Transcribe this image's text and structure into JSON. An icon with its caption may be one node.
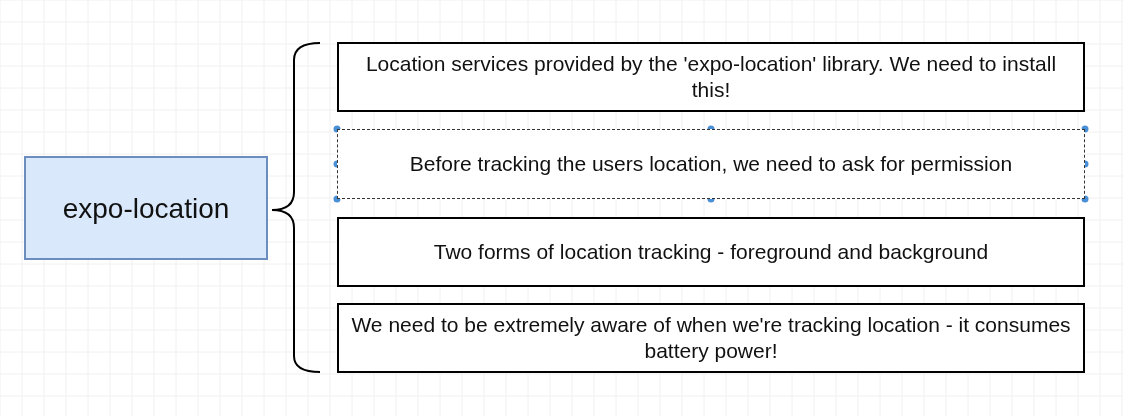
{
  "diagram": {
    "nodes": [
      {
        "text": [
          "expo-location"
        ]
      },
      {
        "text": [
          "Location services provided by the 'expo-location' library.  We need to install this!"
        ]
      },
      {
        "text": [
          "Before tracking the users location, we need to ask for permission"
        ]
      },
      {
        "text": [
          "Two forms of location tracking - foreground and background"
        ]
      },
      {
        "text": [
          "We need to be extremely aware of when we're tracking location - it consumes battery power!"
        ]
      }
    ]
  }
}
